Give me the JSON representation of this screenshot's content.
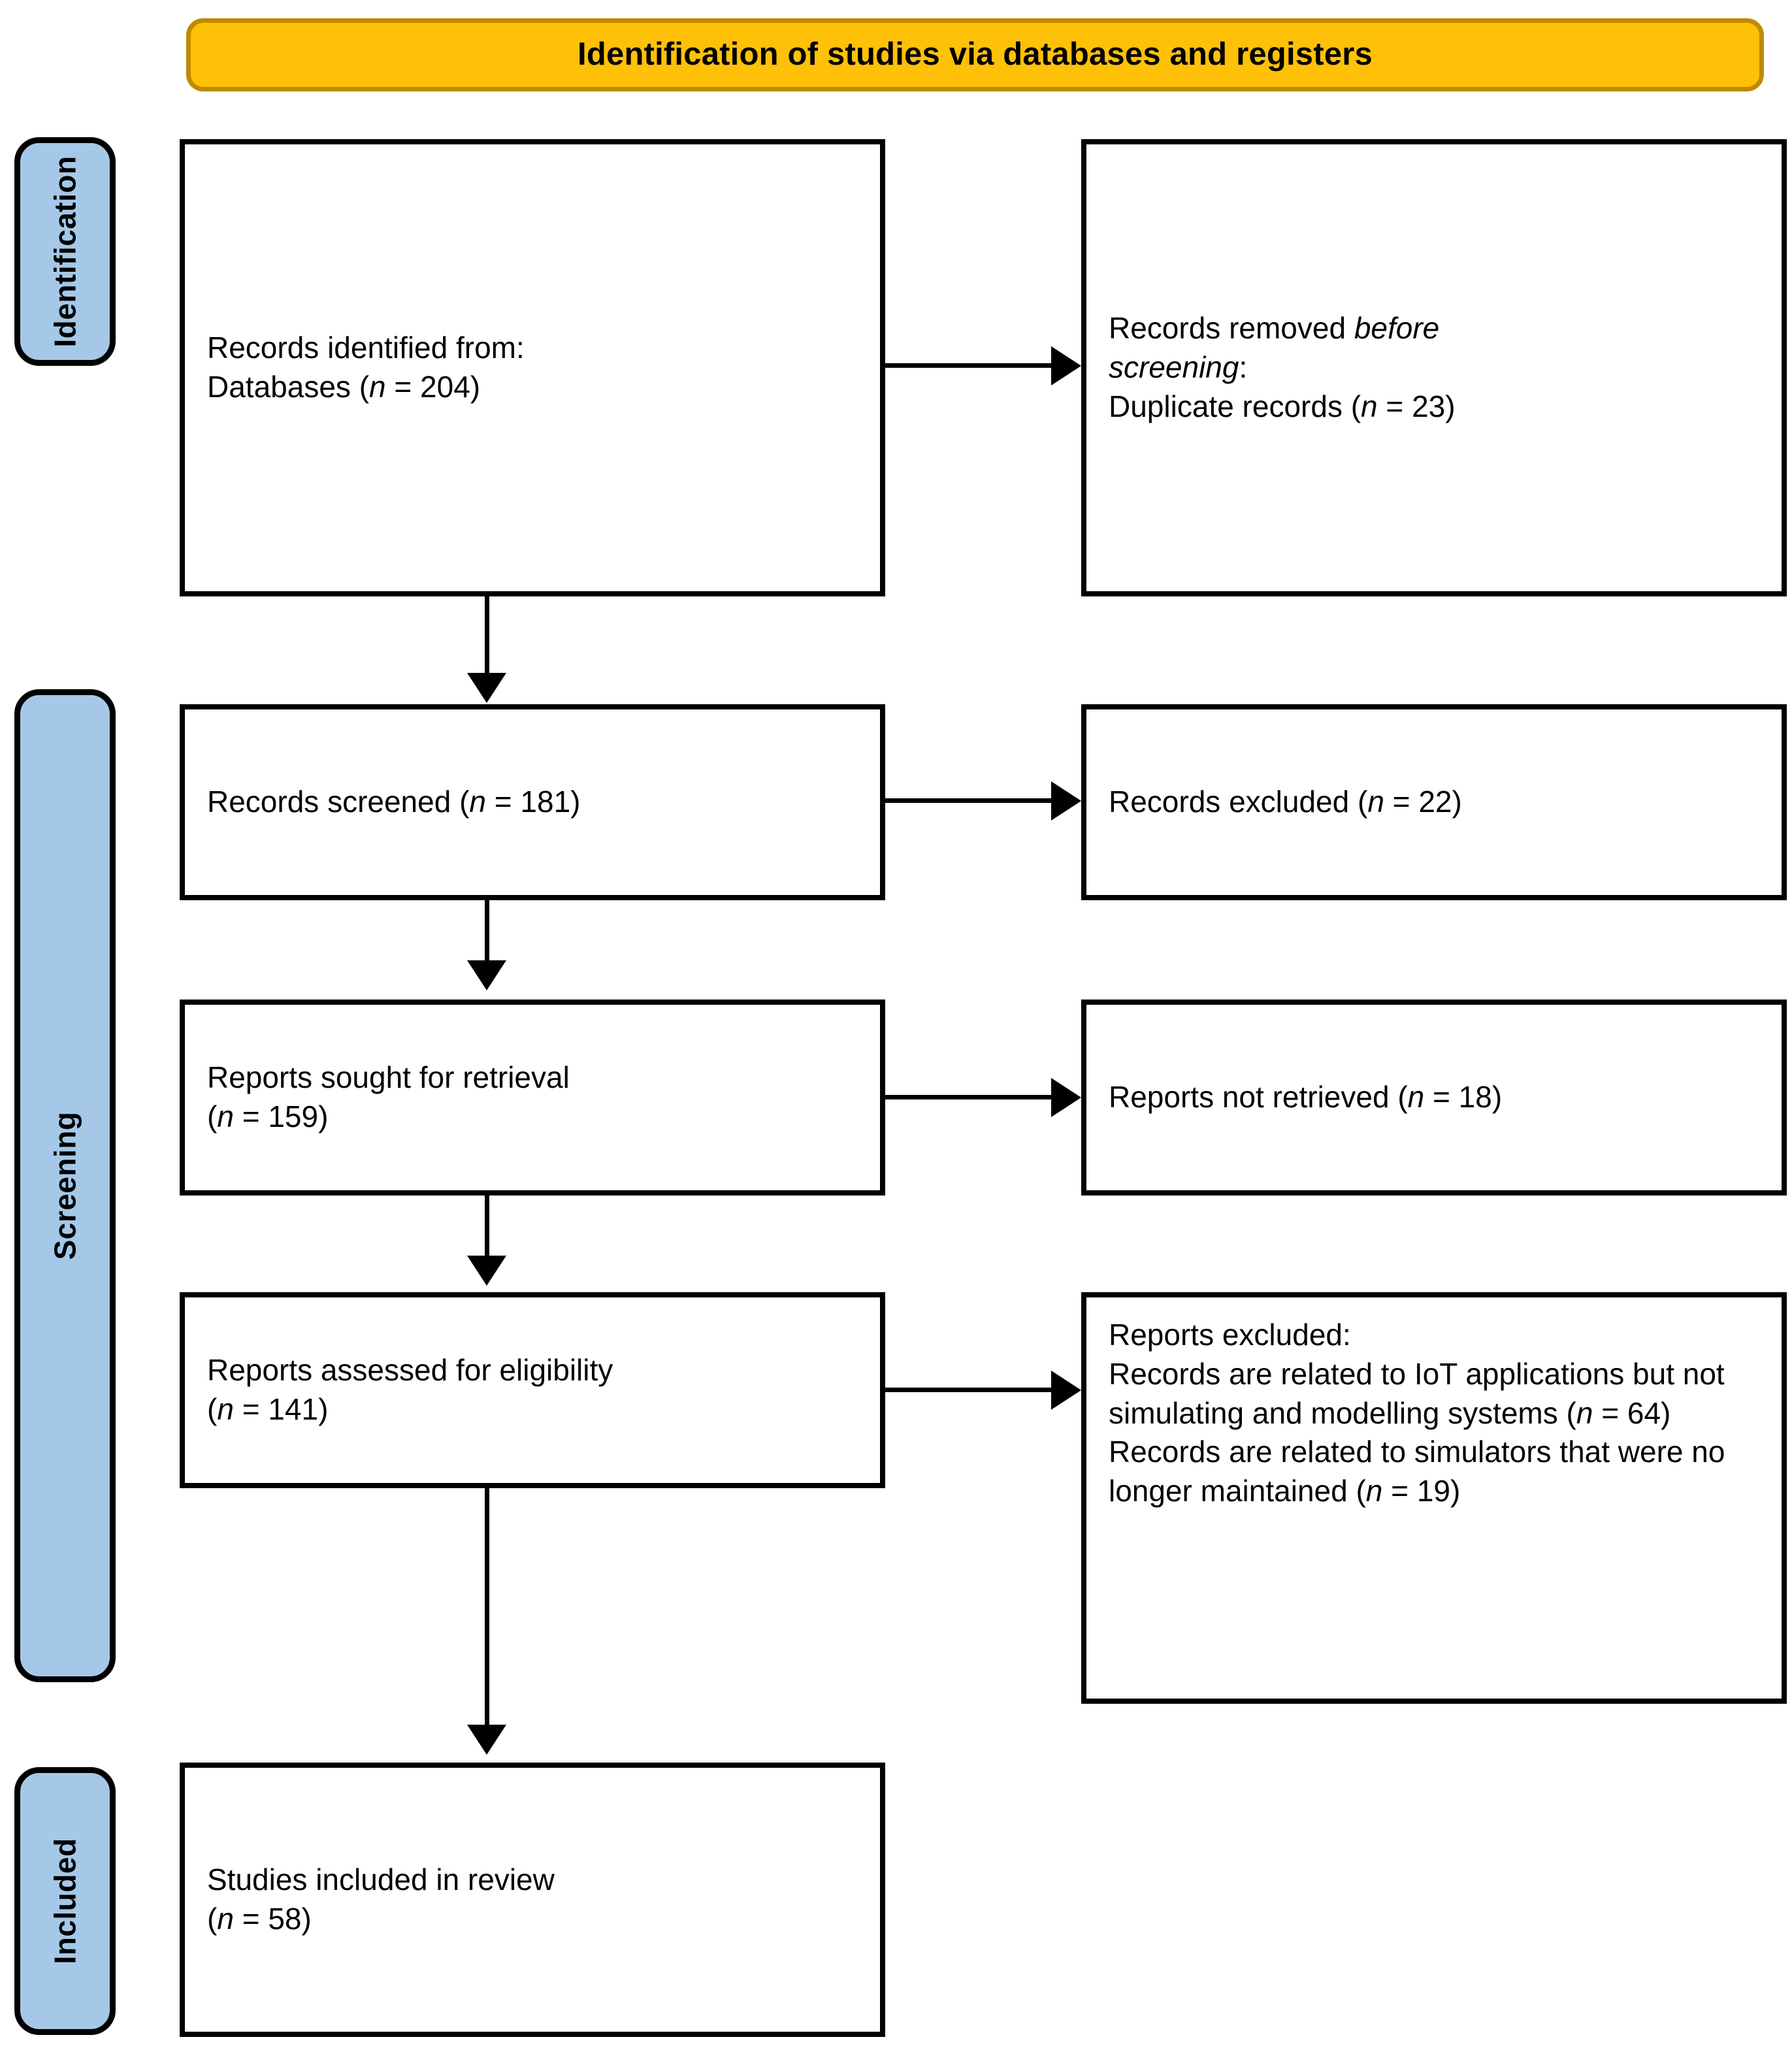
{
  "header": {
    "title": "Identification of studies via databases and registers",
    "fill_color": "#FFC107",
    "border_color": "#C08A00"
  },
  "stages": [
    {
      "key": "identification",
      "label": "Identification"
    },
    {
      "key": "screening",
      "label": "Screening"
    },
    {
      "key": "included",
      "label": "Included"
    }
  ],
  "stage_color": "#A5C8E8",
  "boxes": {
    "records_identified": {
      "line1": "Records identified from:",
      "line2_prefix": "Databases (",
      "line2_n": "n",
      "line2_suffix": " = 204)"
    },
    "records_removed": {
      "line1_prefix": "Records removed ",
      "line1_em": "before",
      "line2_em": "screening",
      "line2_suffix": ":",
      "line3_prefix": "Duplicate records (",
      "line3_n": "n",
      "line3_suffix": " = 23)"
    },
    "records_screened": {
      "line1_prefix": "Records screened (",
      "line1_n": "n",
      "line1_suffix": " = 181)"
    },
    "records_excluded": {
      "line1_prefix": "Records excluded (",
      "line1_n": "n",
      "line1_suffix": " = 22)"
    },
    "reports_sought": {
      "line1": "Reports sought for retrieval",
      "line2_prefix": "(",
      "line2_n": "n",
      "line2_suffix": " = 159)"
    },
    "reports_not_retrieved": {
      "line1_prefix": "Reports not retrieved (",
      "line1_n": "n",
      "line1_suffix": " = 18)"
    },
    "reports_assessed": {
      "line1": "Reports assessed for eligibility",
      "line2_prefix": "(",
      "line2_n": "n",
      "line2_suffix": " = 141)"
    },
    "reports_excluded": {
      "line1": "Reports excluded:",
      "reason1_text": "Records are related to IoT applications but not simulating and modelling systems (",
      "reason1_n": "n",
      "reason1_suffix": " = 64)",
      "reason2_text": "Records are related to simulators that were no longer maintained (",
      "reason2_n": "n",
      "reason2_suffix": " = 19)"
    },
    "studies_included": {
      "line1": "Studies included in review",
      "line2_prefix": "(",
      "line2_n": "n",
      "line2_suffix": " = 58)"
    }
  },
  "chart_data": {
    "type": "diagram",
    "diagram_kind": "PRISMA 2020 flow diagram",
    "title": "Identification of studies via databases and registers",
    "stages": [
      "Identification",
      "Screening",
      "Included"
    ],
    "nodes": [
      {
        "id": "records_identified",
        "stage": "Identification",
        "column": "left",
        "label": "Records identified from: Databases",
        "n": 204
      },
      {
        "id": "records_removed",
        "stage": "Identification",
        "column": "right",
        "label": "Records removed before screening: Duplicate records",
        "n": 23
      },
      {
        "id": "records_screened",
        "stage": "Screening",
        "column": "left",
        "label": "Records screened",
        "n": 181
      },
      {
        "id": "records_excluded",
        "stage": "Screening",
        "column": "right",
        "label": "Records excluded",
        "n": 22
      },
      {
        "id": "reports_sought",
        "stage": "Screening",
        "column": "left",
        "label": "Reports sought for retrieval",
        "n": 159
      },
      {
        "id": "reports_not_retrieved",
        "stage": "Screening",
        "column": "right",
        "label": "Reports not retrieved",
        "n": 18
      },
      {
        "id": "reports_assessed",
        "stage": "Screening",
        "column": "left",
        "label": "Reports assessed for eligibility",
        "n": 141
      },
      {
        "id": "reports_excluded_1",
        "stage": "Screening",
        "column": "right",
        "label": "Reports excluded: Records are related to IoT applications but not simulating and modelling systems",
        "n": 64
      },
      {
        "id": "reports_excluded_2",
        "stage": "Screening",
        "column": "right",
        "label": "Reports excluded: Records are related to simulators that were no longer maintained",
        "n": 19
      },
      {
        "id": "studies_included",
        "stage": "Included",
        "column": "left",
        "label": "Studies included in review",
        "n": 58
      }
    ],
    "edges": [
      {
        "from": "records_identified",
        "to": "records_removed",
        "direction": "right"
      },
      {
        "from": "records_identified",
        "to": "records_screened",
        "direction": "down"
      },
      {
        "from": "records_screened",
        "to": "records_excluded",
        "direction": "right"
      },
      {
        "from": "records_screened",
        "to": "reports_sought",
        "direction": "down"
      },
      {
        "from": "reports_sought",
        "to": "reports_not_retrieved",
        "direction": "right"
      },
      {
        "from": "reports_sought",
        "to": "reports_assessed",
        "direction": "down"
      },
      {
        "from": "reports_assessed",
        "to": "reports_excluded_1",
        "direction": "right"
      },
      {
        "from": "reports_assessed",
        "to": "studies_included",
        "direction": "down"
      }
    ]
  }
}
